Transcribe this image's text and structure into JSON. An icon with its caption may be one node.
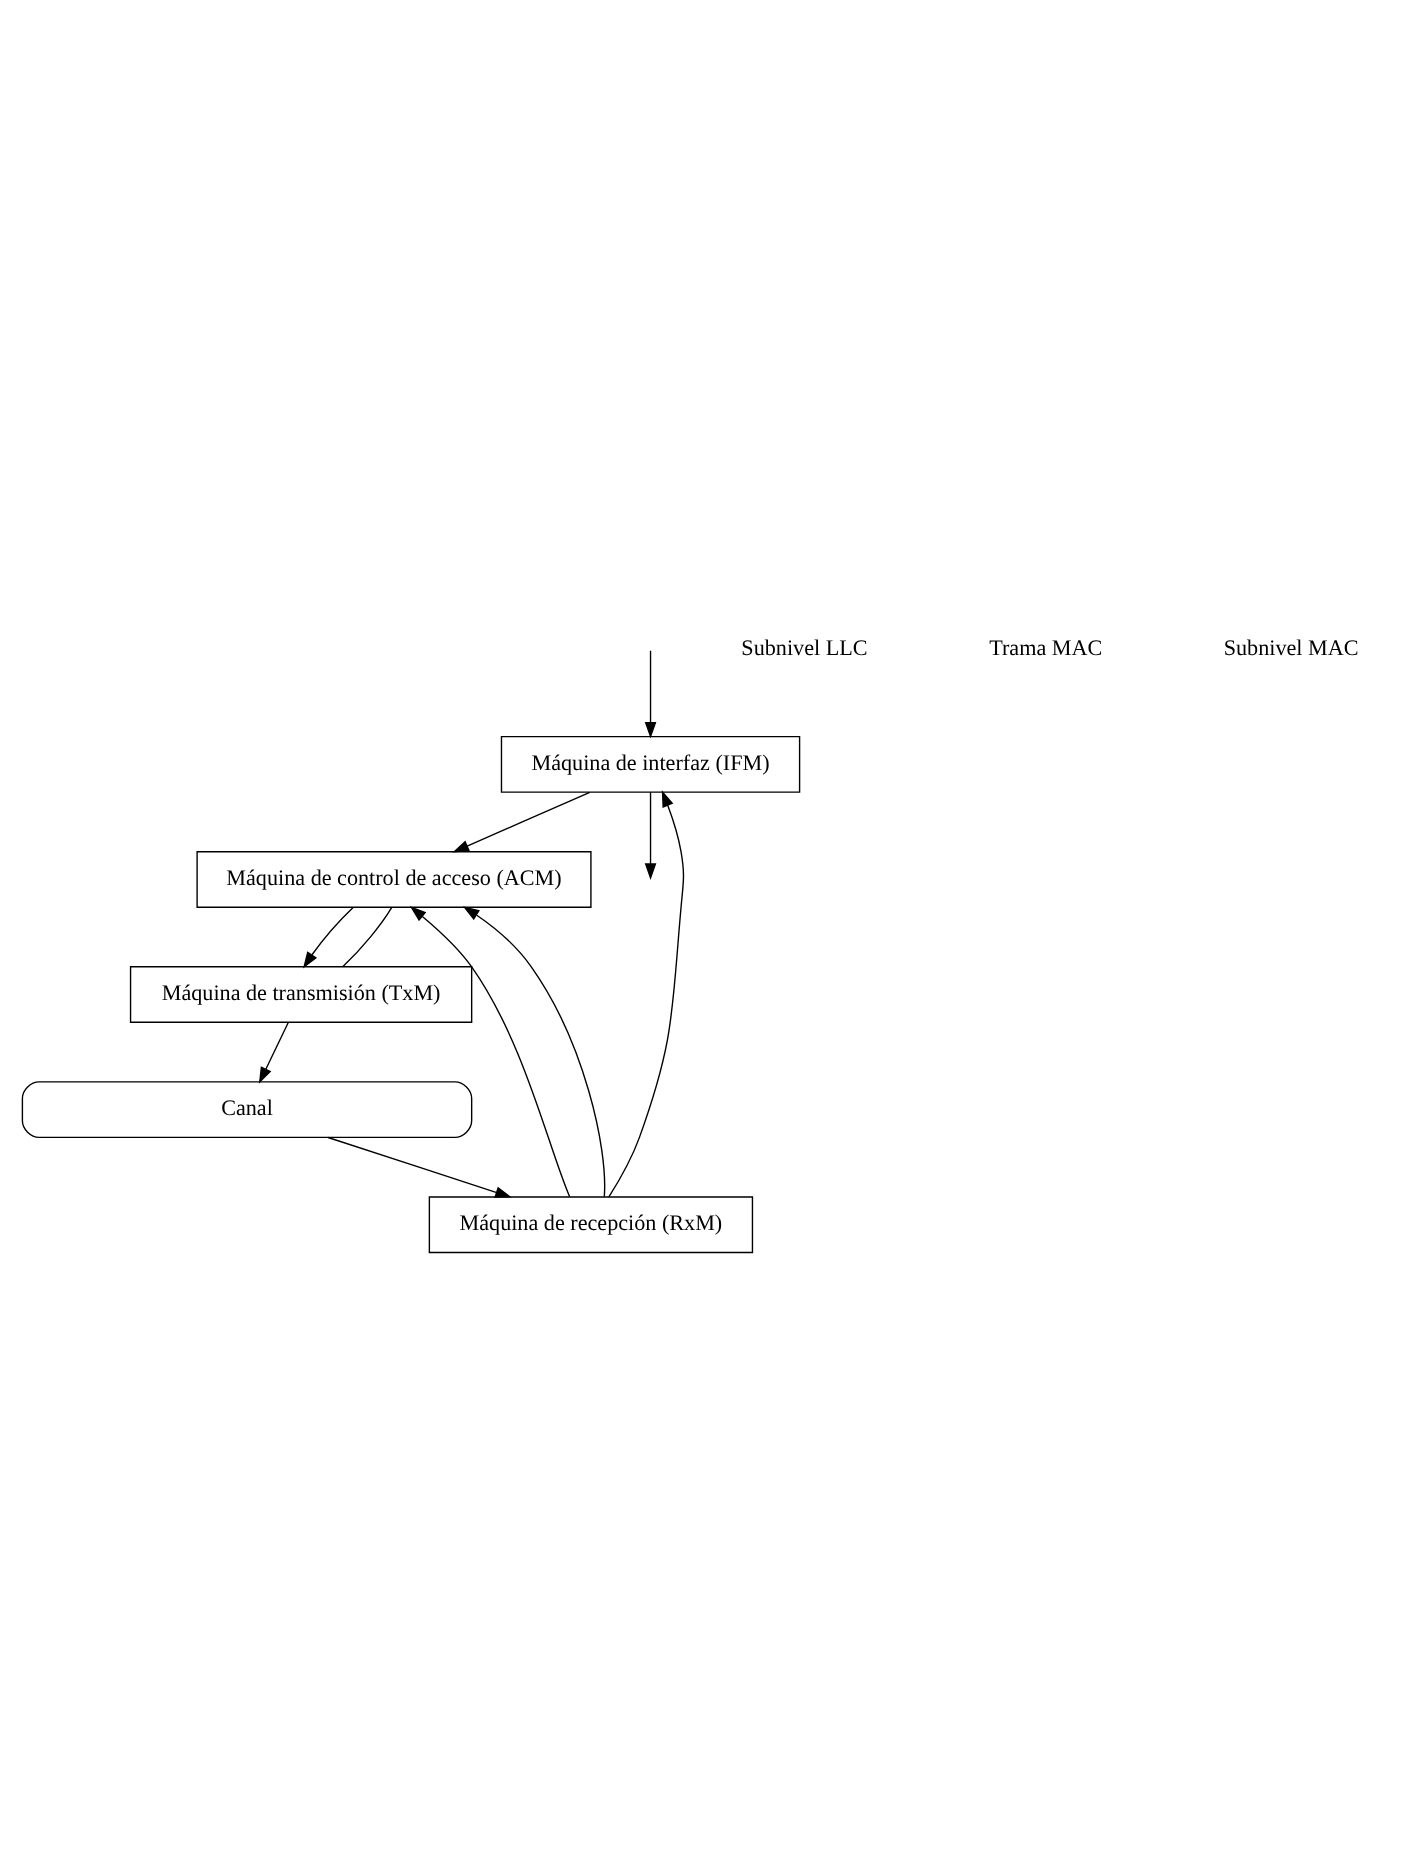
{
  "diagram": {
    "nodes": [
      {
        "text": [
          "Máquina de interfaz (IFM)"
        ]
      },
      {
        "text": [
          "Máquina de control de acceso (ACM)"
        ]
      },
      {
        "text": [
          "Máquina de transmisión (TxM)"
        ]
      },
      {
        "text": [
          "Máquina de recepción (RxM)"
        ]
      },
      {
        "text": [
          "Canal"
        ]
      }
    ],
    "edges": [
      {
        "from": null,
        "to": 0,
        "arrow": "to"
      },
      {
        "from": 0,
        "to": null,
        "arrow": "to"
      },
      {
        "from": 0,
        "to": 1,
        "arrow": "to"
      },
      {
        "from": 3,
        "to": 0,
        "arrow": "to"
      },
      {
        "from": 3,
        "to": 1,
        "arrow": "to"
      },
      {
        "from": 3,
        "to": 1,
        "arrow": "to"
      },
      {
        "from": 1,
        "to": 2,
        "arrow": "to"
      },
      {
        "from": 1,
        "to": 2,
        "arrow": "none"
      },
      {
        "from": 2,
        "to": 4,
        "arrow": "to"
      },
      {
        "from": 4,
        "to": 3,
        "arrow": "to"
      }
    ],
    "labels": [
      "Subnivel LLC",
      "Trama MAC",
      "Subnivel MAC"
    ]
  }
}
